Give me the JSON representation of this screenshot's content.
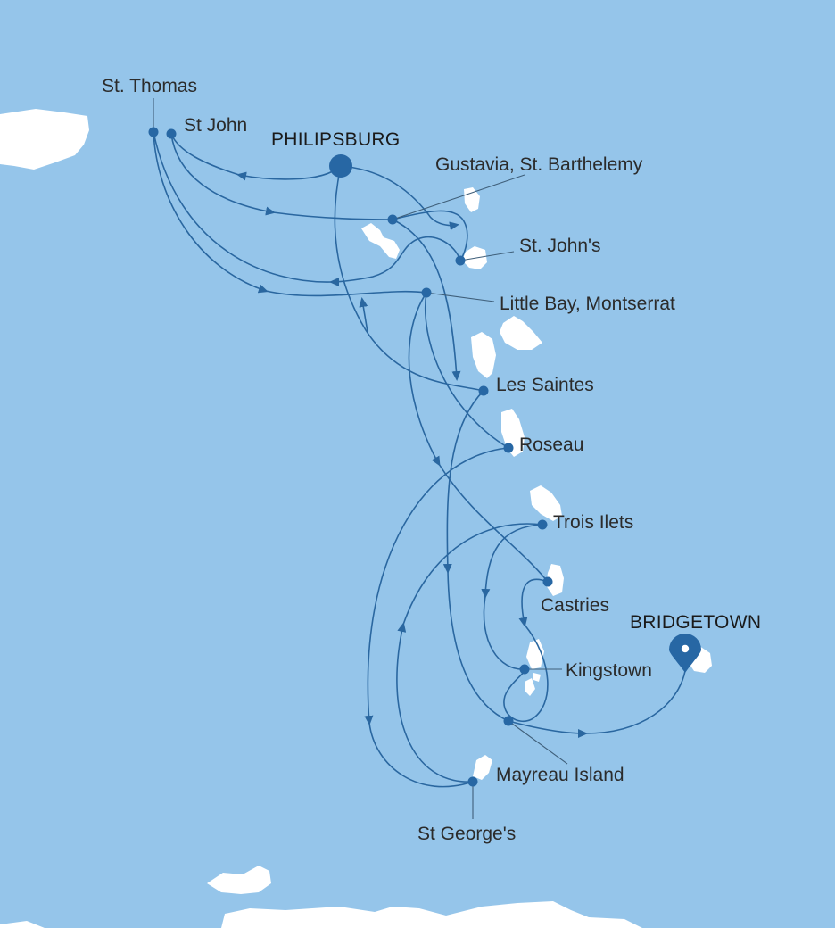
{
  "map": {
    "colors": {
      "sea": "#95c5ea",
      "land": "#ffffff",
      "route": "#2a67a0",
      "port": "#2767a4",
      "label": "#2b2b2b"
    },
    "start_port": "PHILIPSBURG",
    "end_port": "BRIDGETOWN",
    "ports": {
      "st_thomas": "St. Thomas",
      "st_john": "St John",
      "philipsburg": "PHILIPSBURG",
      "gustavia": "Gustavia, St. Barthelemy",
      "st_johns": "St. John's",
      "little_bay": "Little Bay, Montserrat",
      "les_saintes": "Les Saintes",
      "roseau": "Roseau",
      "trois_ilets": "Trois Ilets",
      "castries": "Castries",
      "bridgetown": "BRIDGETOWN",
      "kingstown": "Kingstown",
      "mayreau": "Mayreau Island",
      "st_georges": "St George's"
    },
    "icons": {
      "start": "port-dot-large-icon",
      "end": "map-pin-icon"
    }
  }
}
